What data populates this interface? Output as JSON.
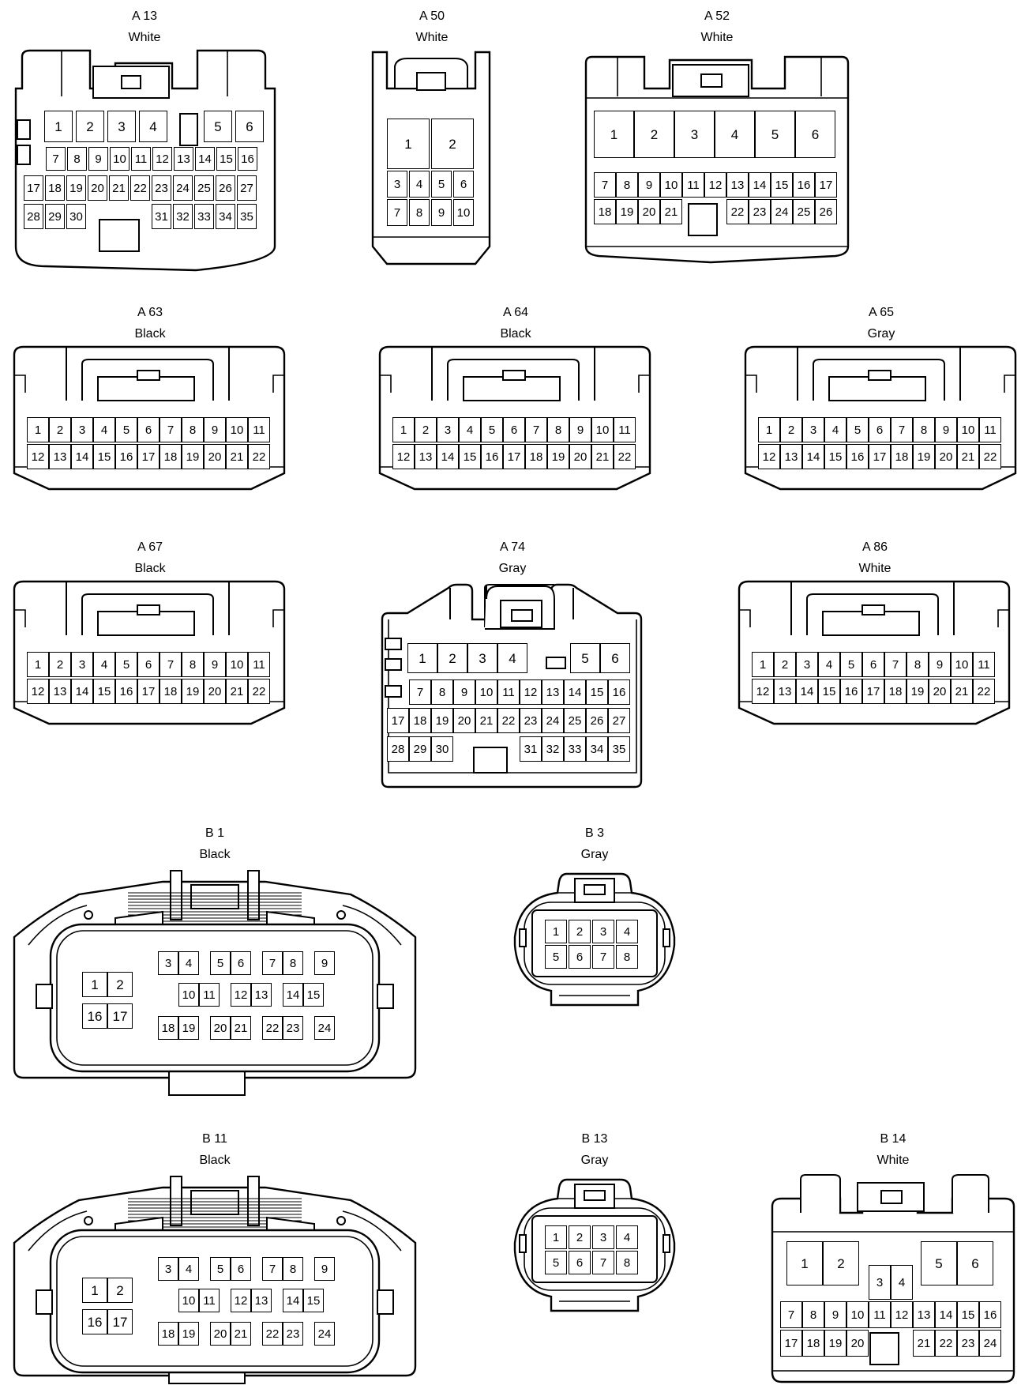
{
  "connectors": {
    "a13": {
      "name": "A 13",
      "color": "White"
    },
    "a50": {
      "name": "A 50",
      "color": "White"
    },
    "a52": {
      "name": "A 52",
      "color": "White"
    },
    "a63": {
      "name": "A 63",
      "color": "Black"
    },
    "a64": {
      "name": "A 64",
      "color": "Black"
    },
    "a65": {
      "name": "A 65",
      "color": "Gray"
    },
    "a67": {
      "name": "A 67",
      "color": "Black"
    },
    "a74": {
      "name": "A 74",
      "color": "Gray"
    },
    "a86": {
      "name": "A 86",
      "color": "White"
    },
    "b1": {
      "name": "B 1",
      "color": "Black"
    },
    "b3": {
      "name": "B 3",
      "color": "Gray"
    },
    "b11": {
      "name": "B 11",
      "color": "Black"
    },
    "b13": {
      "name": "B 13",
      "color": "Gray"
    },
    "b14": {
      "name": "B 14",
      "color": "White"
    }
  }
}
